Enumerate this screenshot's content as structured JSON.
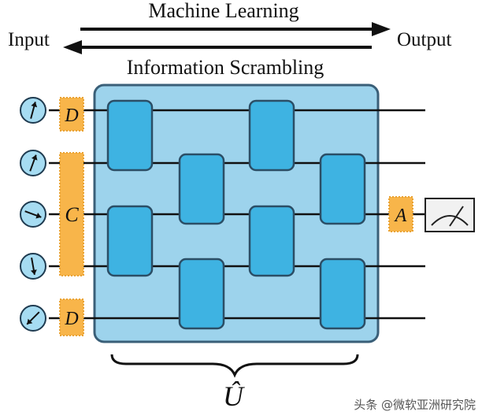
{
  "header": {
    "top_label": "Machine Learning",
    "bottom_label": "Information Scrambling",
    "input_label": "Input",
    "output_label": "Output"
  },
  "circuit": {
    "box_d_top": "D",
    "box_c": "C",
    "box_d_bottom": "D",
    "box_a": "A",
    "unitary_label": "Û"
  },
  "watermark": "头条 @微软亚洲研究院",
  "colors": {
    "scramble_fill": "#9dd3ec",
    "scramble_stroke": "#3a5f78",
    "gate_fill": "#3eb3e2",
    "gate_stroke": "#2b4e66",
    "orange_fill": "#f8b54a",
    "orange_stroke": "#e9a233",
    "qubit_fill": "#a6dcf2",
    "wire": "#111111",
    "meter_fill": "#f1f1f1"
  }
}
